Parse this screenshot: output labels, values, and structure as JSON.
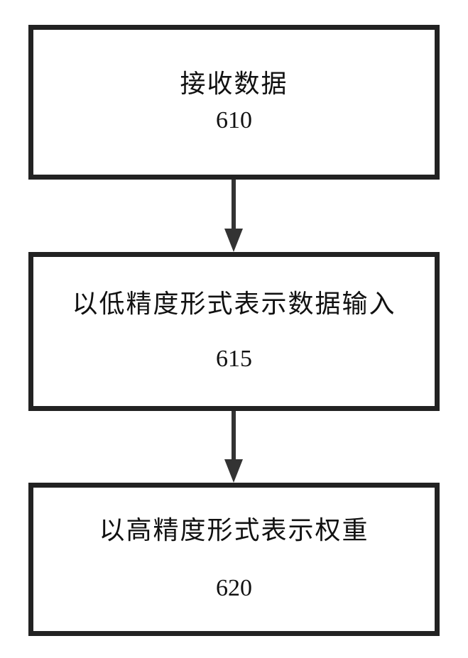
{
  "steps": [
    {
      "label": "接收数据",
      "number": "610"
    },
    {
      "label": "以低精度形式表示数据输入",
      "number": "615"
    },
    {
      "label": "以高精度形式表示权重",
      "number": "620"
    }
  ],
  "colors": {
    "border": "#222222",
    "arrow": "#333333"
  }
}
